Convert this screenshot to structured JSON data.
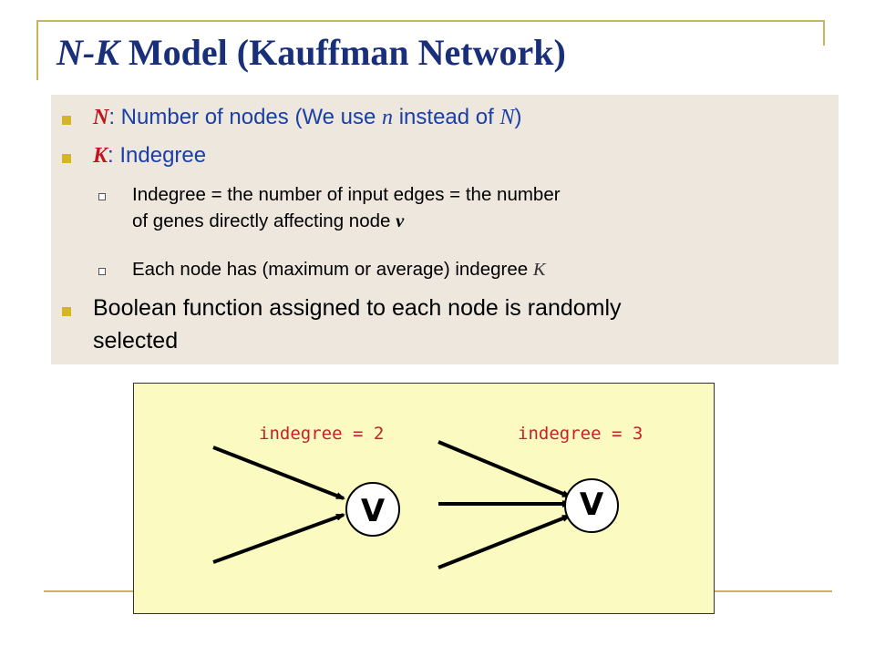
{
  "title": {
    "part1": "N-K",
    "part2": " Model (Kauffman Network)"
  },
  "bullets": {
    "n": {
      "sym": "N",
      "text1": ": Number of nodes (We use ",
      "var": "n",
      "text2": " instead of ",
      "var2": "N",
      "text3": ")"
    },
    "k": {
      "sym": "K",
      "text1": ": Indegree"
    },
    "sub1": {
      "line1": "Indegree = the number of input edges = the number",
      "line2a": "of genes directly affecting node ",
      "var": "v"
    },
    "sub2": {
      "text": "Each node has (maximum or average) indegree ",
      "var": "K"
    },
    "boolean": {
      "line1": "Boolean function assigned to each node is randomly",
      "line2": "selected"
    }
  },
  "diagram": {
    "left_label": "indegree = 2",
    "right_label": "indegree = 3",
    "left_node": "V",
    "right_node": "V"
  },
  "colors": {
    "title": "#1a2f7a",
    "accent_text": "#1a3fa8",
    "symbol_red": "#c0141e",
    "label_red": "#c8202a",
    "bullet_gold": "#d4b428",
    "content_bg": "#ede7de",
    "diagram_bg": "#fbfbc1",
    "frame_line": "#c8b45a"
  }
}
